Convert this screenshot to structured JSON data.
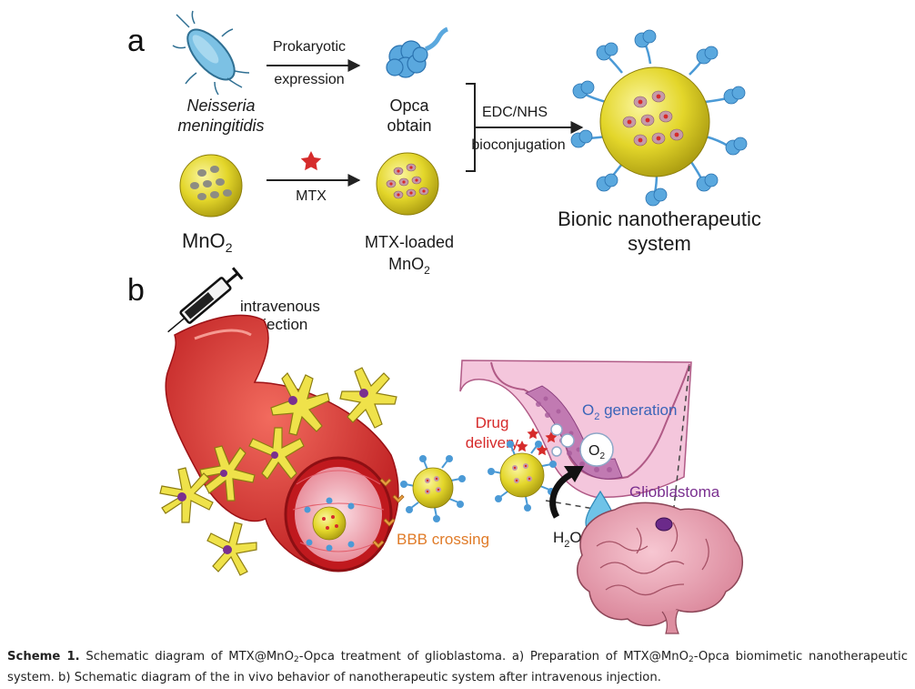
{
  "panel_a": {
    "letter": "a",
    "bacterium": [
      "Neisseria",
      "meningitidis"
    ],
    "arrow_top": [
      "Prokaryotic",
      "expression"
    ],
    "opca": [
      "Opca",
      "obtain"
    ],
    "conj": [
      "EDC/NHS",
      "bioconjugation"
    ],
    "mno2_base": "MnO",
    "mno2_sub": "2",
    "mtx_arrow": "MTX",
    "loaded": [
      "MTX-loaded",
      "MnO"
    ],
    "loaded_sub": "2",
    "bionic": [
      "Bionic nanotherapeutic",
      "system"
    ]
  },
  "panel_b": {
    "letter": "b",
    "injection": [
      "intravenous",
      "injection"
    ],
    "bbb": "BBB crossing",
    "drug": [
      "Drug",
      "delivery"
    ],
    "o2_gen_base": "O",
    "o2_gen_sub": "2",
    "o2_gen_rest": " generation",
    "o2_bubble_base": "O",
    "o2_bubble_sub": "2",
    "h2o2": [
      "H",
      "2",
      "O",
      "2"
    ],
    "glioblastoma": "Glioblastoma"
  },
  "colors": {
    "yellow": "#e8dc2a",
    "blue": "#4b9ad6",
    "red": "#d62b2b",
    "pink": "#f2b8d2",
    "purple": "#7a2f8f",
    "orange": "#e07b28",
    "o2_blue": "#3a64b8"
  },
  "caption": {
    "label": "Scheme 1.",
    "p1": " Schematic diagram of MTX@MnO",
    "s1": "2",
    "p2": "-Opca treatment of glioblastoma. a) Preparation of MTX@MnO",
    "s2": "2",
    "p3": "-Opca biomimetic nanotherapeutic system. b) Schematic diagram of the in vivo behavior of nanotherapeutic system after intravenous injection."
  }
}
